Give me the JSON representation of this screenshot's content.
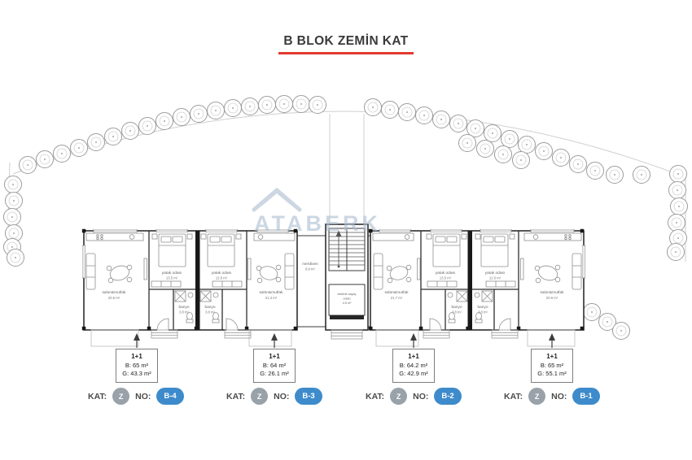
{
  "title": "B BLOK ZEMİN KAT",
  "watermark": "ATABERK",
  "colors": {
    "accent_red": "#e2392e",
    "badge_gray": "#99a2a9",
    "badge_blue": "#3e8bcb",
    "watermark_blue": "#aebfd2"
  },
  "rooms": {
    "b4_living": {
      "name": "salon&mutfak",
      "area": "20.6 m²"
    },
    "b4_bed": {
      "name": "yatak odası",
      "area": "13.5 m²"
    },
    "b4_bath": {
      "name": "banyo",
      "area": "3.8 m²"
    },
    "b3_bed": {
      "name": "yatak odası",
      "area": "12.6 m²"
    },
    "b3_bath": {
      "name": "banyo",
      "area": "3.8 m²"
    },
    "b3_living": {
      "name": "salon&mutfak",
      "area": "21.3 m²"
    },
    "b2_living": {
      "name": "salon&mutfak",
      "area": "21.7 m²"
    },
    "b2_bed": {
      "name": "yatak odası",
      "area": "13.5 m²"
    },
    "b2_bath": {
      "name": "banyo",
      "area": "3.8 m²"
    },
    "b1_bed": {
      "name": "yatak odası",
      "area": "12.6 m²"
    },
    "b1_bath": {
      "name": "banyo",
      "area": "3.8 m²"
    },
    "b1_living": {
      "name": "salon&mutfak",
      "area": "20.9 m²"
    },
    "stairs": {
      "name": "merdiven",
      "area": "8.9 m²"
    },
    "tech": {
      "line1": "elektrik sayaç",
      "line2": "odası",
      "line3": "4.5 m²"
    }
  },
  "units": [
    {
      "type": "1+1",
      "brut": "B: 65 m²",
      "gross": "G: 43.3 m²",
      "kat_label": "KAT:",
      "kat": "Z",
      "no_label": "NO:",
      "no": "B-4"
    },
    {
      "type": "1+1",
      "brut": "B: 64 m²",
      "gross": "G: 26.1 m²",
      "kat_label": "KAT:",
      "kat": "Z",
      "no_label": "NO:",
      "no": "B-3"
    },
    {
      "type": "1+1",
      "brut": "B: 64.2 m²",
      "gross": "G: 42.9 m²",
      "kat_label": "KAT:",
      "kat": "Z",
      "no_label": "NO:",
      "no": "B-2"
    },
    {
      "type": "1+1",
      "brut": "B: 65 m²",
      "gross": "G: 55.1 m²",
      "kat_label": "KAT:",
      "kat": "Z",
      "no_label": "NO:",
      "no": "B-1"
    }
  ]
}
